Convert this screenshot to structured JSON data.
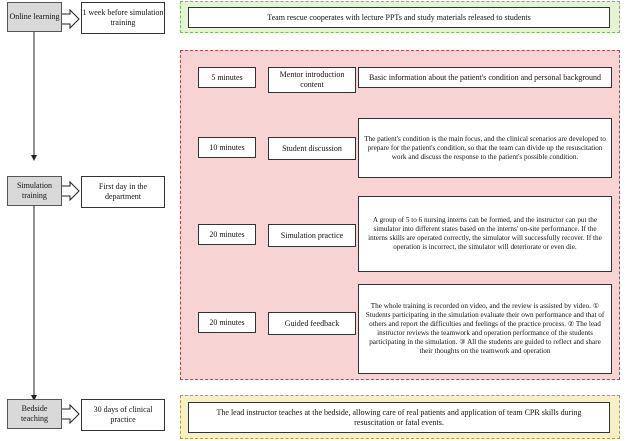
{
  "stages": [
    {
      "label": "Online learning",
      "timing": "1 week before simulation training"
    },
    {
      "label": "Simulation training",
      "timing": "First day in the department"
    },
    {
      "label": "Bedside teaching",
      "timing": "30 days of clinical practice"
    }
  ],
  "online_note": "Team rescue cooperates with lecture PPTs and study materials released to students",
  "simulation_steps": [
    {
      "time": "5 minutes",
      "step": "Mentor introduction content",
      "detail": "Basic information about the patient's condition and personal background"
    },
    {
      "time": "10 minutes",
      "step": "Student discussion",
      "detail": "The patient's condition is the main focus, and the clinical scenarios are developed to prepare for the patient's condition, so that the team can divide up the resuscitation work and discuss the response to the patient's possible condition."
    },
    {
      "time": "20 minutes",
      "step": "Simulation practice",
      "detail": "A group of 5 to 6 nursing interns can be formed, and the instructor can put the simulator into different states based on the interns' on-site performance. If the interns skills are operated correctly, the simulator will successfully recover. If the operation is incorrect, the simulator will deteriorate or even die."
    },
    {
      "time": "20 minutes",
      "step": "Guided feedback",
      "detail": "The whole training is recorded on video, and the review is assisted by video. ① Students participating in the simulation evaluate their own performance and that of others and report the difficulties and feelings of the practice process. ② The lead instructor reviews the teamwork and operation performance of the students participating in the simulation. ③ All the students are guided to reflect and share their thoughts on the teamwork and operation"
    }
  ],
  "bedside_note": "The lead instructor teaches at the bedside, allowing care of real patients and application of team CPR skills during resuscitation or fatal events."
}
